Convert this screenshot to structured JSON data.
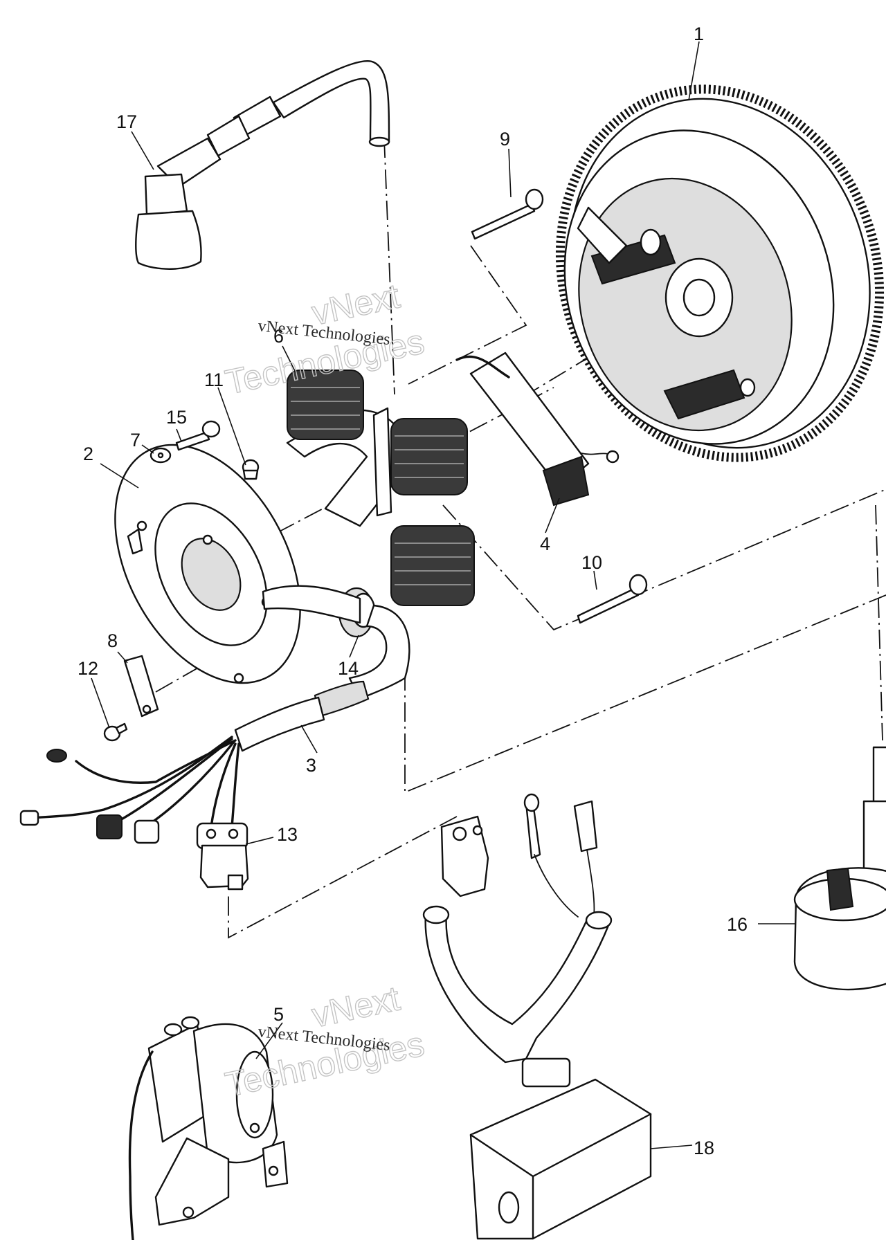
{
  "callouts": {
    "c1": "1",
    "c2": "2",
    "c3": "3",
    "c4": "4",
    "c5": "5",
    "c6": "6",
    "c7": "7",
    "c8": "8",
    "c9": "9",
    "c10": "10",
    "c11": "11",
    "c12": "12",
    "c13": "13",
    "c14": "14",
    "c15": "15",
    "c16": "16",
    "c17": "17",
    "c18": "18"
  },
  "watermark": {
    "line1": "vNext",
    "line2": "Technologies",
    "caption": "vNext Technologies"
  }
}
